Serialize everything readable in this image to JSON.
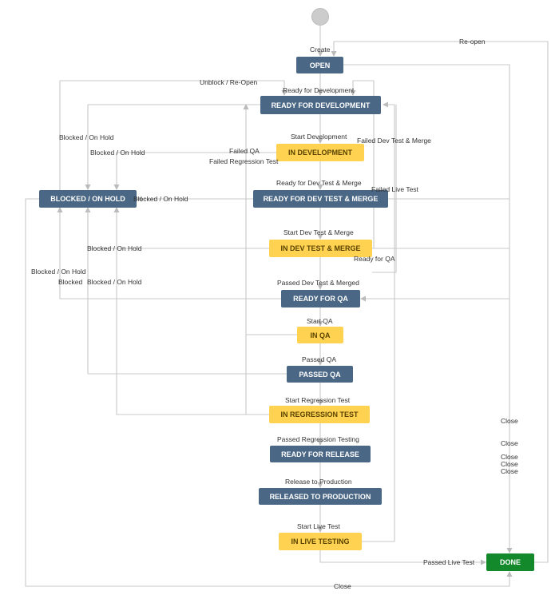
{
  "colors": {
    "todo": "#4a6785",
    "in_progress": "#ffd351",
    "done": "#14892c",
    "line": "#c8c8c8"
  },
  "nodes": {
    "open": "OPEN",
    "ready_for_development": "READY FOR DEVELOPMENT",
    "in_development": "IN DEVELOPMENT",
    "blocked_on_hold": "BLOCKED / ON HOLD",
    "ready_for_dev_test_merge": "READY FOR DEV TEST & MERGE",
    "in_dev_test_merge": "IN DEV TEST & MERGE",
    "ready_for_qa": "READY FOR QA",
    "in_qa": "IN QA",
    "passed_qa": "PASSED QA",
    "in_regression_test": "IN REGRESSION TEST",
    "ready_for_release": "READY FOR RELEASE",
    "released_to_production": "RELEASED TO PRODUCTION",
    "in_live_testing": "IN LIVE TESTING",
    "done": "DONE"
  },
  "transitions": {
    "create": "Create",
    "reopen": "Re-open",
    "unblock_reopen": "Unblock / Re-Open",
    "ready_for_development": "Ready for Development",
    "blocked_on_hold_1": "Blocked / On Hold",
    "blocked_on_hold_2": "Blocked / On Hold",
    "start_development": "Start Development",
    "failed_dev_test_merge": "Failed Dev Test & Merge",
    "failed_qa": "Failed QA",
    "failed_regression_test": "Failed Regression Test",
    "ready_for_dev_test_merge": "Ready for Dev Test & Merge",
    "failed_live_test": "Failed Live Test",
    "blocked_on_hold_3": "Blocked / On Hold",
    "start_dev_test_merge": "Start Dev Test & Merge",
    "blocked_on_hold_4": "Blocked / On Hold",
    "ready_for_qa": "Ready for QA",
    "blocked_on_hold_5": "Blocked / On Hold",
    "blocked": "Blocked",
    "blocked_on_hold_6": "Blocked / On Hold",
    "passed_dev_test_merged": "Passed Dev Test & Merged",
    "start_qa": "Start QA",
    "passed_qa": "Passed QA",
    "start_regression_test": "Start Regression Test",
    "passed_regression_testing": "Passed Regression Testing",
    "release_to_production": "Release to Production",
    "start_live_test": "Start Live Test",
    "passed_live_test": "Passed Live Test",
    "close_1": "Close",
    "close_2": "Close",
    "close_3": "Close",
    "close_4": "Close",
    "close_5": "Close",
    "close_bottom": "Close"
  }
}
